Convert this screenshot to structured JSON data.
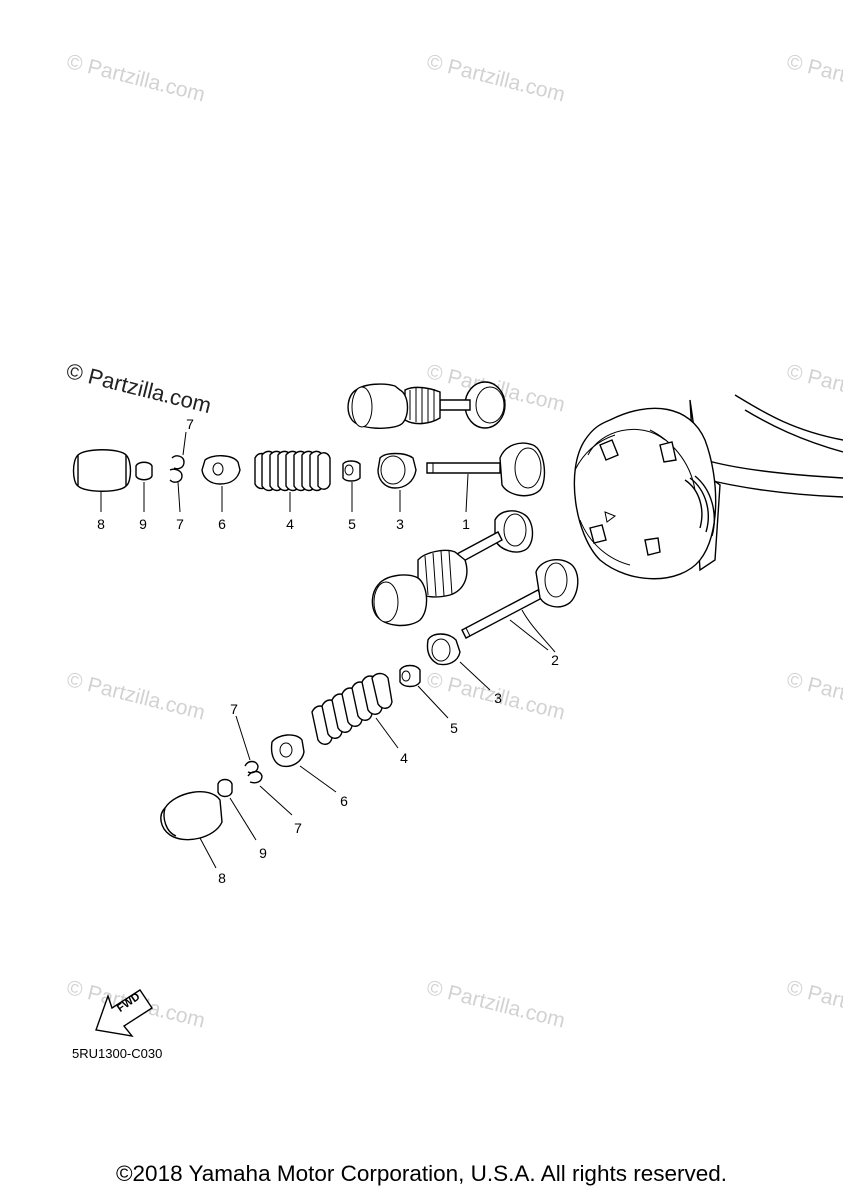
{
  "watermark": "© Partzilla.com",
  "primary_watermark": "© Partzilla.com",
  "callouts": {
    "top_8": "8",
    "top_9": "9",
    "top_7a": "7",
    "top_7b": "7",
    "top_6": "6",
    "top_4": "4",
    "top_5": "5",
    "top_3": "3",
    "top_1": "1",
    "low_2": "2",
    "low_3": "3",
    "low_5": "5",
    "low_4": "4",
    "low_7a": "7",
    "low_6": "6",
    "low_7b": "7",
    "low_9": "9",
    "low_8": "8"
  },
  "fwd_label": "FWD",
  "diagram_code": "5RU1300-C030",
  "copyright": "©2018 Yamaha Motor Corporation, U.S.A. All rights reserved."
}
